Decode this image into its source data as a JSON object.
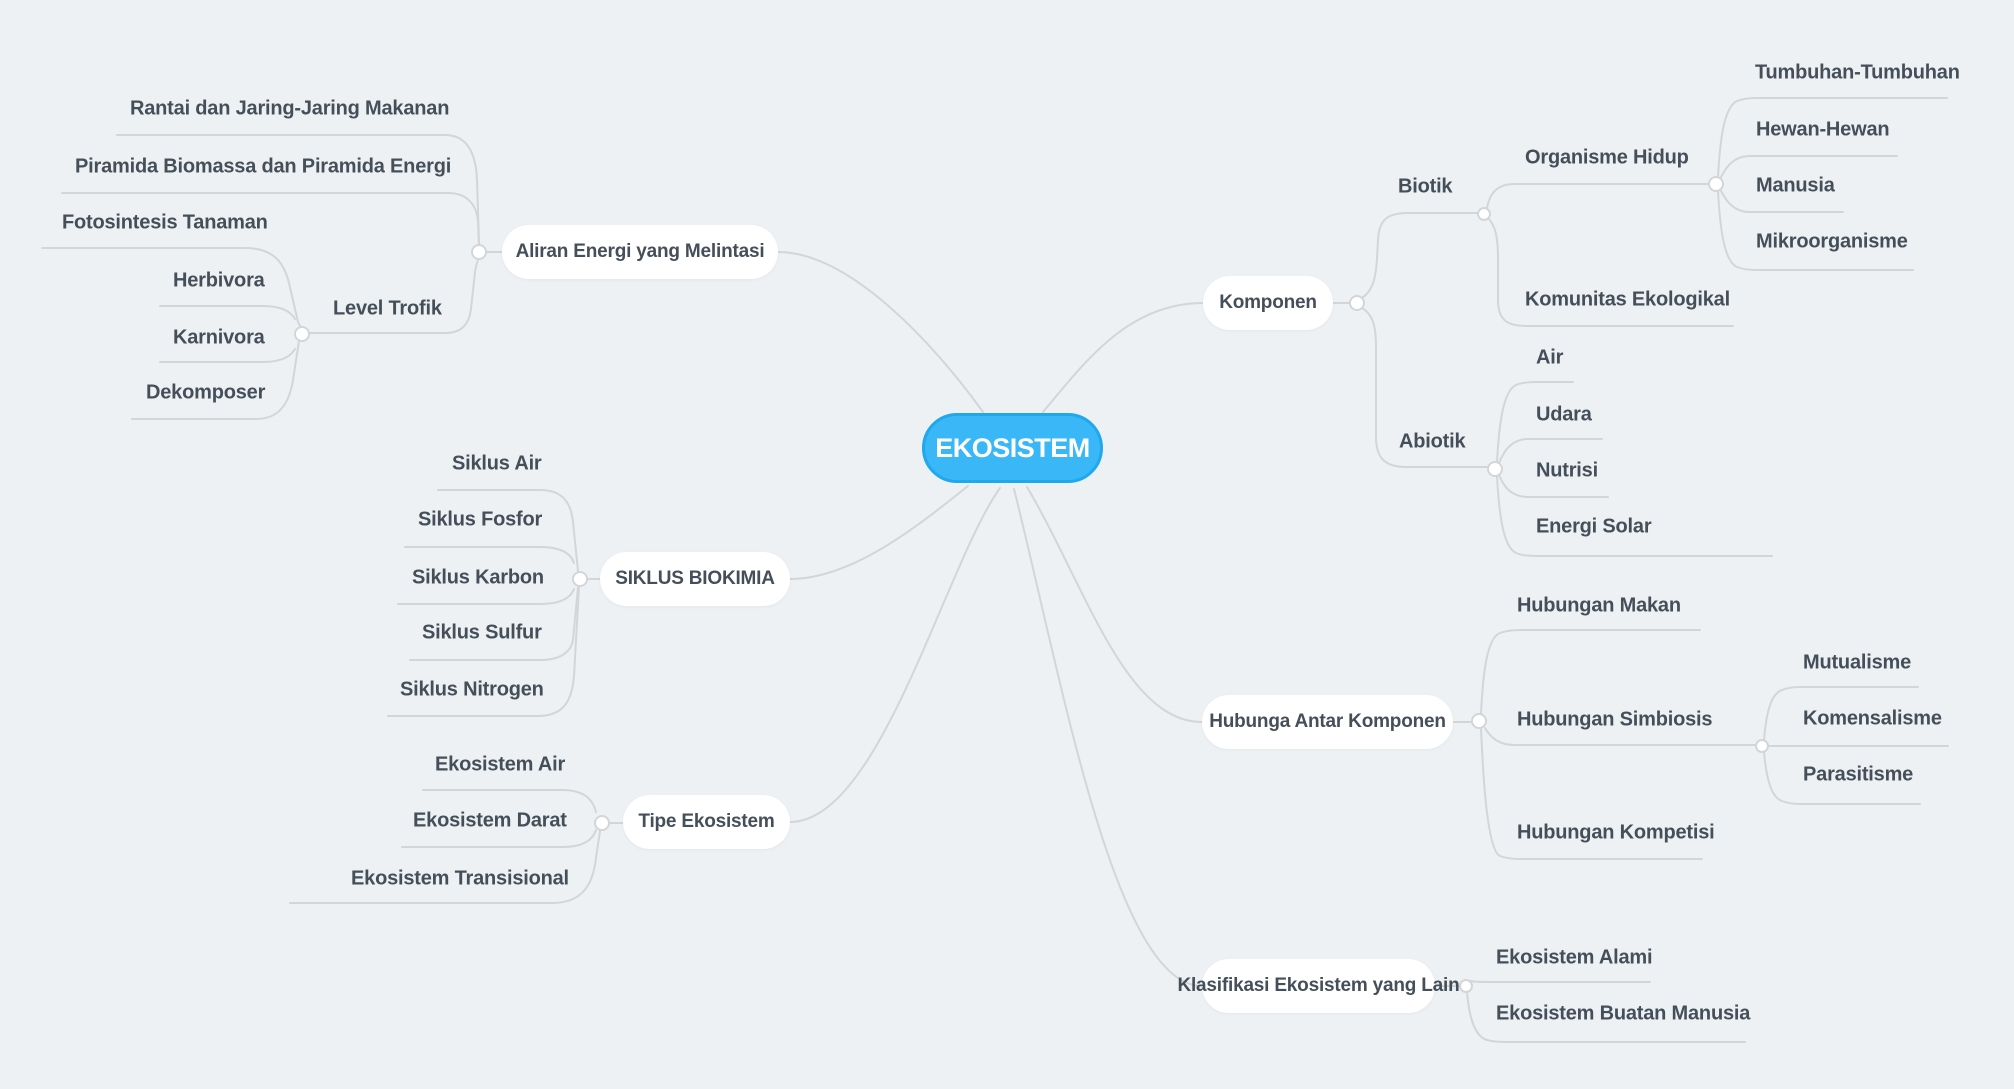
{
  "colors": {
    "background": "#edf1f4",
    "connector": "#d2d6d9",
    "text": "#454f59",
    "root_fill": "#3ab7f7",
    "root_border": "#1ea9ef",
    "root_text": "#ffffff",
    "node_fill": "#ffffff"
  },
  "mindmap": {
    "root": {
      "label": "EKOSISTEM"
    },
    "branches": [
      {
        "label": "Aliran Energi yang Melintasi",
        "children": [
          {
            "label": "Rantai dan Jaring-Jaring Makanan"
          },
          {
            "label": "Piramida Biomassa dan Piramida Energi"
          },
          {
            "label": "Level Trofik",
            "children": [
              {
                "label": "Fotosintesis Tanaman"
              },
              {
                "label": "Herbivora"
              },
              {
                "label": "Karnivora"
              },
              {
                "label": "Dekomposer"
              }
            ]
          }
        ]
      },
      {
        "label": "SIKLUS BIOKIMIA",
        "children": [
          {
            "label": "Siklus Air"
          },
          {
            "label": "Siklus Fosfor"
          },
          {
            "label": "Siklus Karbon"
          },
          {
            "label": "Siklus Sulfur"
          },
          {
            "label": "Siklus Nitrogen"
          }
        ]
      },
      {
        "label": "Tipe Ekosistem",
        "children": [
          {
            "label": "Ekosistem Air"
          },
          {
            "label": "Ekosistem Darat"
          },
          {
            "label": "Ekosistem Transisional"
          }
        ]
      },
      {
        "label": "Komponen",
        "children": [
          {
            "label": "Biotik",
            "children": [
              {
                "label": "Organisme Hidup",
                "children": [
                  {
                    "label": "Tumbuhan-Tumbuhan"
                  },
                  {
                    "label": "Hewan-Hewan"
                  },
                  {
                    "label": "Manusia"
                  },
                  {
                    "label": "Mikroorganisme"
                  }
                ]
              },
              {
                "label": "Komunitas Ekologikal"
              }
            ]
          },
          {
            "label": "Abiotik",
            "children": [
              {
                "label": "Air"
              },
              {
                "label": "Udara"
              },
              {
                "label": "Nutrisi"
              },
              {
                "label": "Energi Solar"
              }
            ]
          }
        ]
      },
      {
        "label": "Hubunga Antar Komponen",
        "children": [
          {
            "label": "Hubungan Makan"
          },
          {
            "label": "Hubungan Simbiosis",
            "children": [
              {
                "label": "Mutualisme"
              },
              {
                "label": "Komensalisme"
              },
              {
                "label": "Parasitisme"
              }
            ]
          },
          {
            "label": "Hubungan Kompetisi"
          }
        ]
      },
      {
        "label": "Klasifikasi Ekosistem yang Lain",
        "children": [
          {
            "label": "Ekosistem Alami"
          },
          {
            "label": "Ekosistem Buatan Manusia"
          }
        ]
      }
    ]
  }
}
